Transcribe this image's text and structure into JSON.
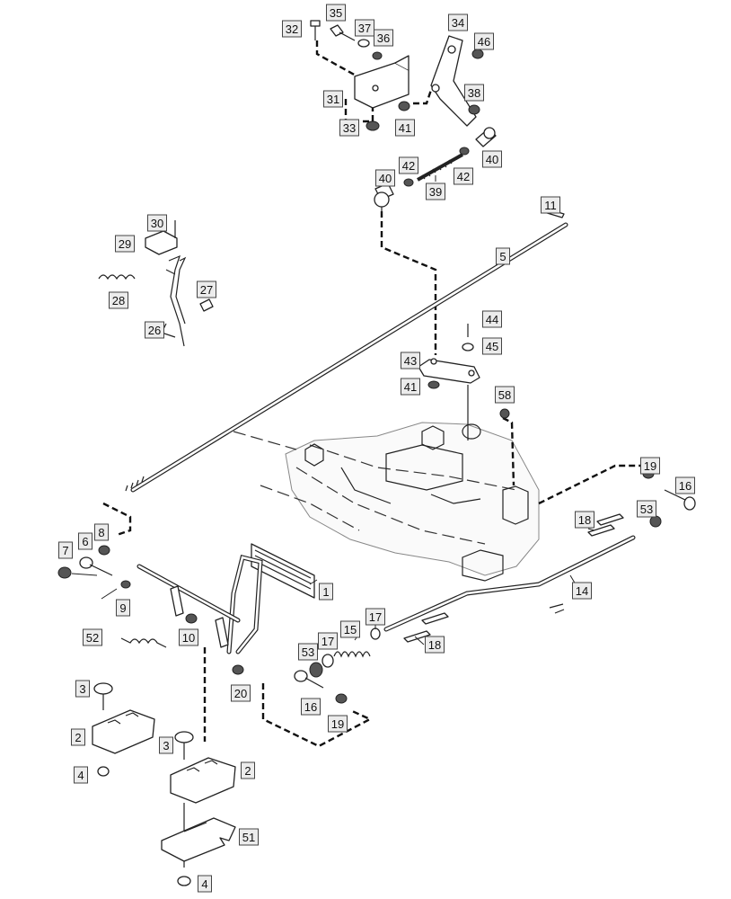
{
  "callouts": [
    {
      "id": "c1",
      "label": "1"
    },
    {
      "id": "c2a",
      "label": "2"
    },
    {
      "id": "c2b",
      "label": "2"
    },
    {
      "id": "c3a",
      "label": "3"
    },
    {
      "id": "c3b",
      "label": "3"
    },
    {
      "id": "c4a",
      "label": "4"
    },
    {
      "id": "c4b",
      "label": "4"
    },
    {
      "id": "c5",
      "label": "5"
    },
    {
      "id": "c6",
      "label": "6"
    },
    {
      "id": "c7",
      "label": "7"
    },
    {
      "id": "c8",
      "label": "8"
    },
    {
      "id": "c9",
      "label": "9"
    },
    {
      "id": "c10",
      "label": "10"
    },
    {
      "id": "c11",
      "label": "11"
    },
    {
      "id": "c14",
      "label": "14"
    },
    {
      "id": "c15",
      "label": "15"
    },
    {
      "id": "c16a",
      "label": "16"
    },
    {
      "id": "c16b",
      "label": "16"
    },
    {
      "id": "c17a",
      "label": "17"
    },
    {
      "id": "c17b",
      "label": "17"
    },
    {
      "id": "c18a",
      "label": "18"
    },
    {
      "id": "c18b",
      "label": "18"
    },
    {
      "id": "c19a",
      "label": "19"
    },
    {
      "id": "c19b",
      "label": "19"
    },
    {
      "id": "c20",
      "label": "20"
    },
    {
      "id": "c26",
      "label": "26"
    },
    {
      "id": "c27",
      "label": "27"
    },
    {
      "id": "c28",
      "label": "28"
    },
    {
      "id": "c29",
      "label": "29"
    },
    {
      "id": "c30",
      "label": "30"
    },
    {
      "id": "c31",
      "label": "31"
    },
    {
      "id": "c32",
      "label": "32"
    },
    {
      "id": "c33",
      "label": "33"
    },
    {
      "id": "c34",
      "label": "34"
    },
    {
      "id": "c35",
      "label": "35"
    },
    {
      "id": "c36",
      "label": "36"
    },
    {
      "id": "c37",
      "label": "37"
    },
    {
      "id": "c38",
      "label": "38"
    },
    {
      "id": "c39",
      "label": "39"
    },
    {
      "id": "c40a",
      "label": "40"
    },
    {
      "id": "c40b",
      "label": "40"
    },
    {
      "id": "c41a",
      "label": "41"
    },
    {
      "id": "c41b",
      "label": "41"
    },
    {
      "id": "c42a",
      "label": "42"
    },
    {
      "id": "c42b",
      "label": "42"
    },
    {
      "id": "c43",
      "label": "43"
    },
    {
      "id": "c44",
      "label": "44"
    },
    {
      "id": "c45",
      "label": "45"
    },
    {
      "id": "c46",
      "label": "46"
    },
    {
      "id": "c51",
      "label": "51"
    },
    {
      "id": "c52",
      "label": "52"
    },
    {
      "id": "c53a",
      "label": "53"
    },
    {
      "id": "c53b",
      "label": "53"
    },
    {
      "id": "c58",
      "label": "58"
    }
  ]
}
